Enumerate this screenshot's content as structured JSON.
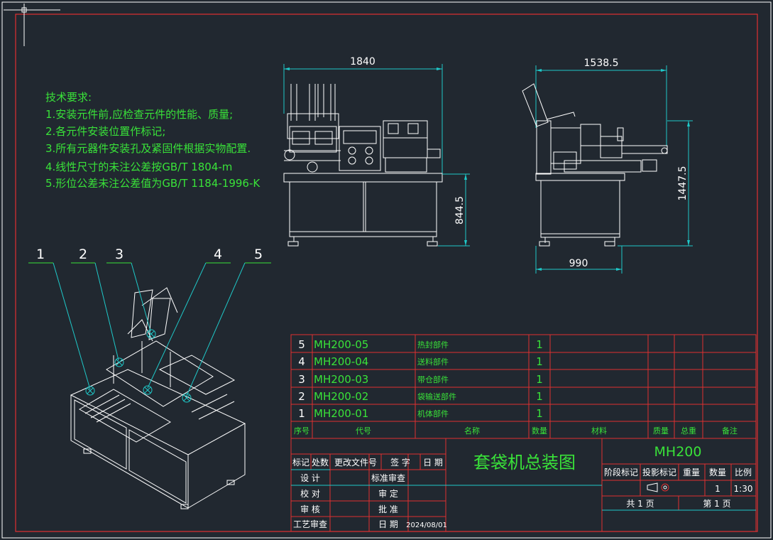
{
  "dimensions": {
    "front_width": "1840",
    "front_height": "844.5",
    "side_width": "1538.5",
    "side_height": "1447.5",
    "side_base": "990"
  },
  "tech_requirements": [
    "技术要求:",
    "1.安装元件前,应检查元件的性能、质量;",
    "2.各元件安装位置作标记;",
    "3.所有元器件安装孔及紧固件根据实物配置.",
    "4.线性尺寸的未注公差按GB/T 1804-m",
    "5.形位公差未注公差值为GB/T 1184-1996-K"
  ],
  "balloons": [
    "1",
    "2",
    "3",
    "4",
    "5"
  ],
  "bom": {
    "rows": [
      {
        "no": "5",
        "code": "MH200-05",
        "name": "热封部件",
        "qty": "1"
      },
      {
        "no": "4",
        "code": "MH200-04",
        "name": "送料部件",
        "qty": "1"
      },
      {
        "no": "3",
        "code": "MH200-03",
        "name": "带仓部件",
        "qty": "1"
      },
      {
        "no": "2",
        "code": "MH200-02",
        "name": "袋输送部件",
        "qty": "1"
      },
      {
        "no": "1",
        "code": "MH200-01",
        "name": "机体部件",
        "qty": "1"
      }
    ],
    "headers": [
      "序号",
      "代号",
      "名称",
      "数量",
      "材料",
      "质量",
      "总重",
      "备注"
    ]
  },
  "title_block": {
    "revision_headers": [
      "标记",
      "处数",
      "更改文件号",
      "签 字",
      "日 期"
    ],
    "left_labels": [
      "设 计",
      "校 对",
      "审 核",
      "工艺审查"
    ],
    "mid_labels": [
      "标准审查",
      "审 定",
      "批 准",
      "日 期"
    ],
    "date": "2024/08/01",
    "drawing_name": "套袋机总装图",
    "model": "MH200",
    "stage_headers": [
      "阶段标记",
      "投影标记",
      "重量",
      "数量",
      "比例"
    ],
    "quantity": "1",
    "scale": "1:30",
    "sheets_total": "共  1  页",
    "sheet_no": "第  1  页"
  }
}
